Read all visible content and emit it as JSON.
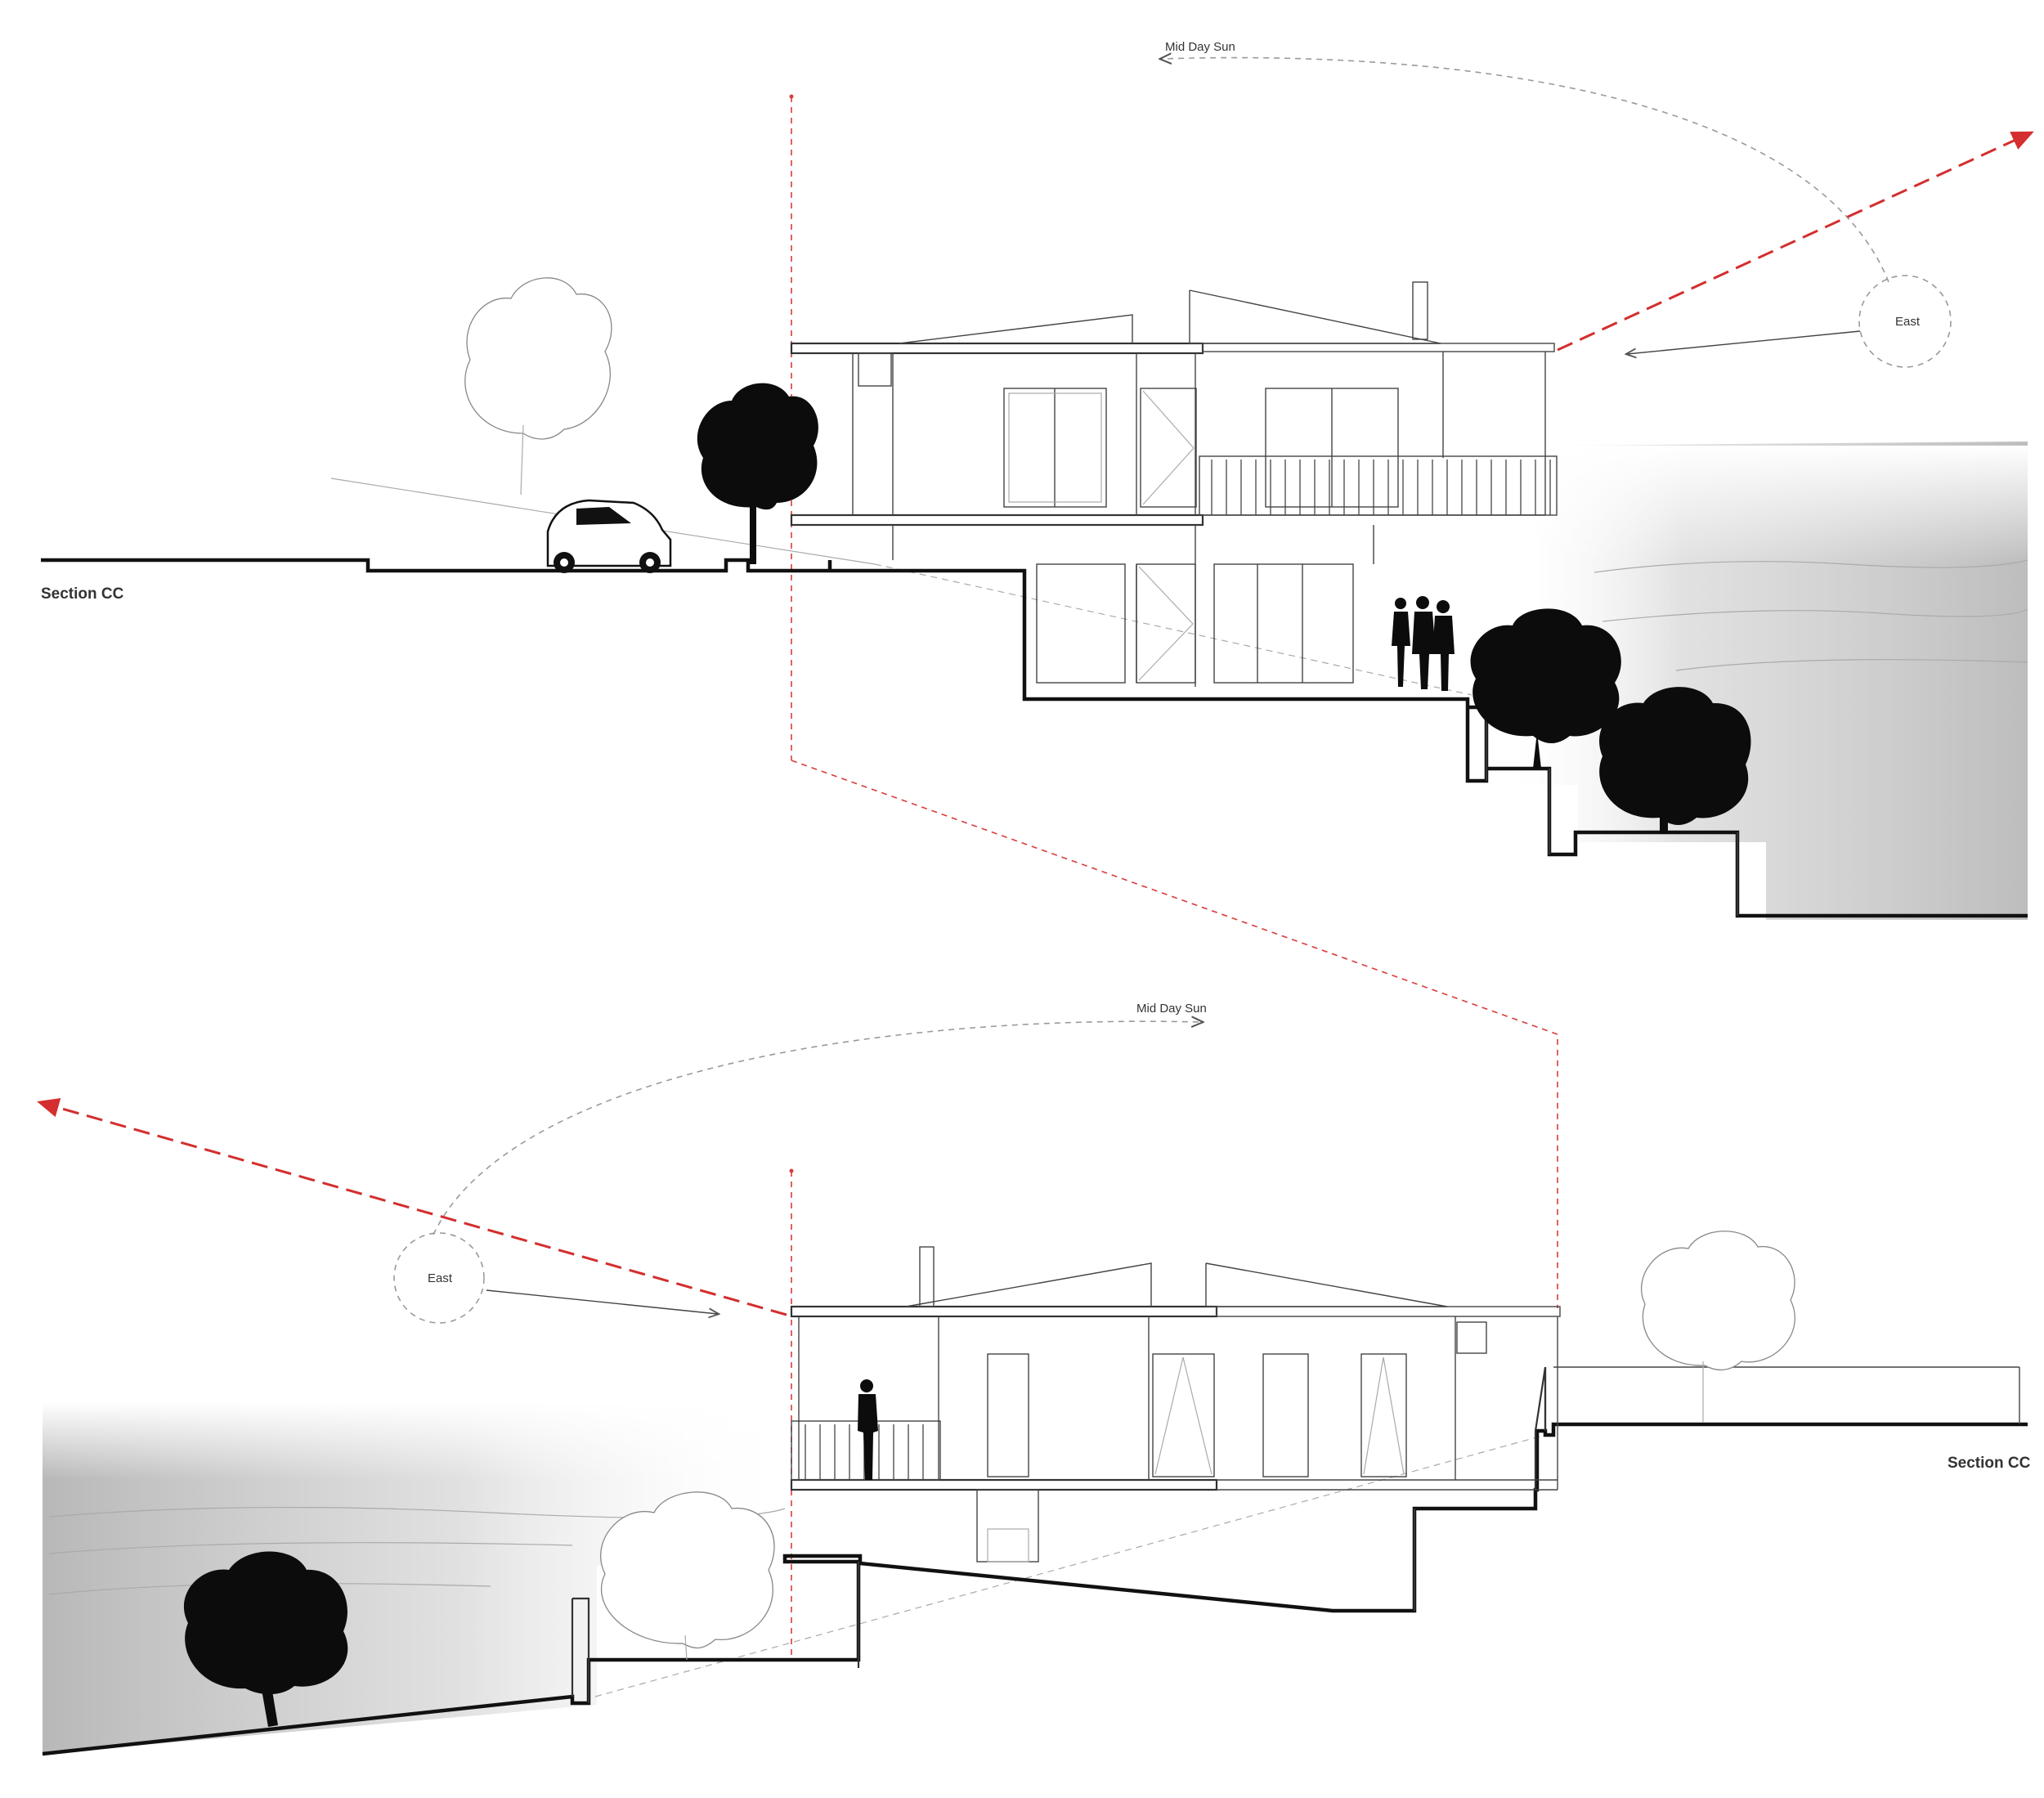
{
  "top_section": {
    "section_label": "Section CC",
    "sun_path_label": "Mid Day Sun",
    "sun_label": "East"
  },
  "bottom_section": {
    "section_label": "Section CC",
    "sun_path_label": "Mid Day Sun",
    "sun_label": "East"
  },
  "colors": {
    "background": "#ffffff",
    "linework": "#111111",
    "sun_ray": "#d42e2e",
    "guide_dash": "#9a9a9a",
    "landscape_haze": "#c9c9c9"
  }
}
